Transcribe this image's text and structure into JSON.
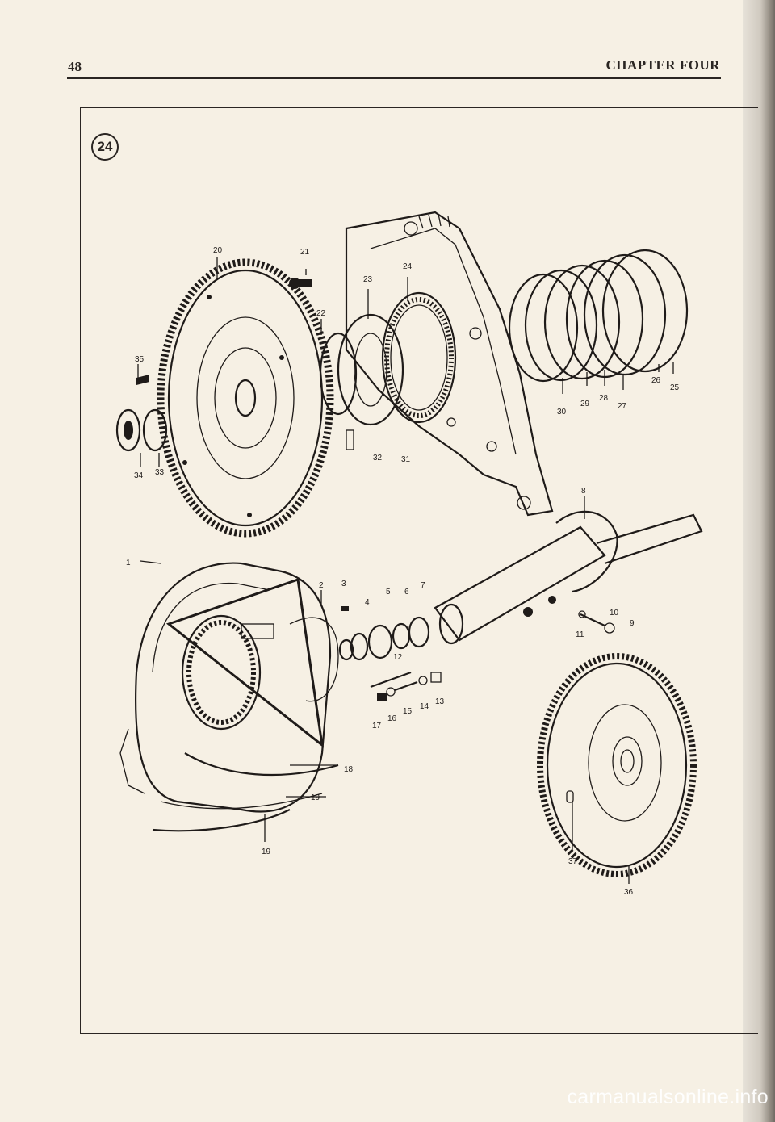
{
  "header": {
    "page_number": "48",
    "chapter_title": "CHAPTER FOUR"
  },
  "figure": {
    "number": "24",
    "callouts": [
      "1",
      "2",
      "3",
      "4",
      "5",
      "6",
      "7",
      "8",
      "9",
      "10",
      "11",
      "12",
      "13",
      "14",
      "15",
      "16",
      "17",
      "18",
      "19",
      "19",
      "20",
      "21",
      "22",
      "23",
      "24",
      "25",
      "26",
      "27",
      "28",
      "29",
      "30",
      "31",
      "32",
      "33",
      "34",
      "35",
      "36",
      "37"
    ]
  },
  "watermark": "carmanualsonline.info"
}
